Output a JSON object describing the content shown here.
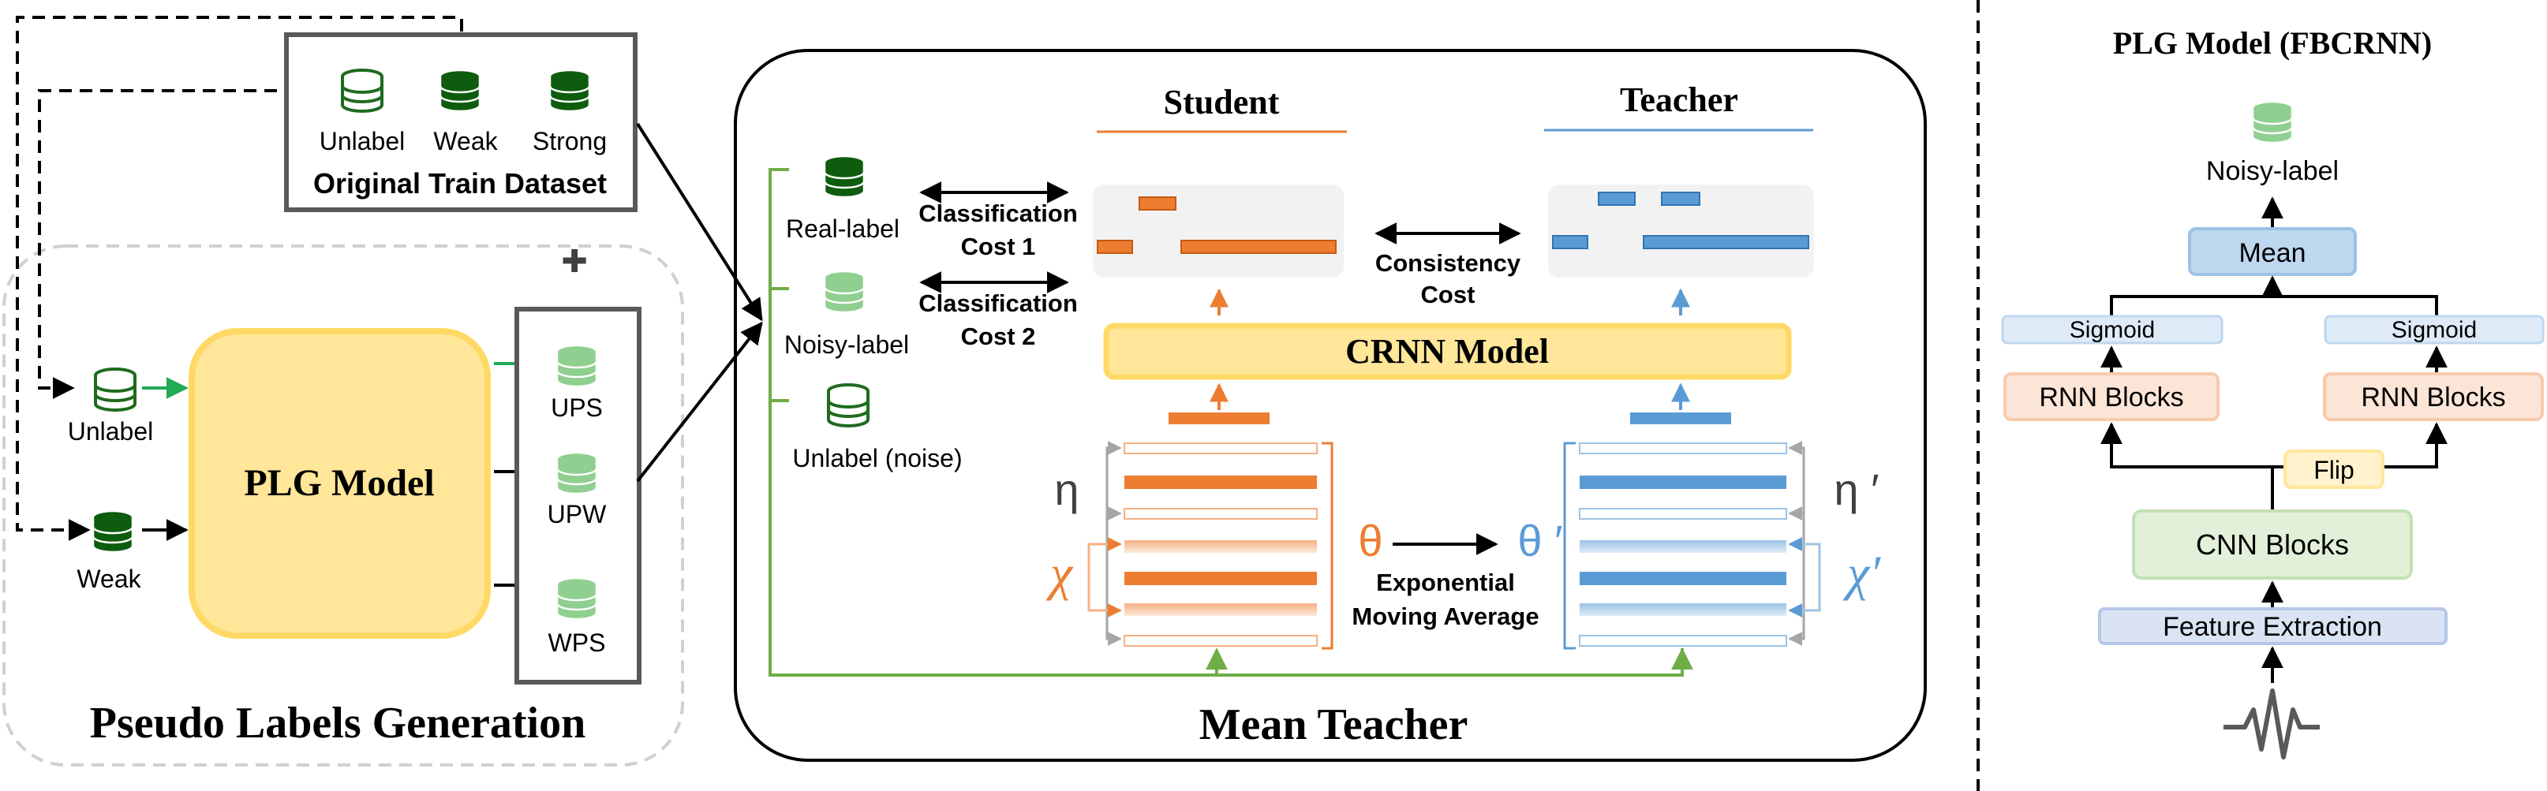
{
  "dataset": {
    "unlabel": "Unlabel",
    "weak": "Weak",
    "strong": "Strong",
    "title": "Original Train Dataset"
  },
  "plg_gen": {
    "unlabel": "Unlabel",
    "weak": "Weak",
    "model": "PLG Model",
    "ups": "UPS",
    "upw": "UPW",
    "wps": "WPS",
    "plus": "✚",
    "title": "Pseudo Labels Generation"
  },
  "mean_teacher": {
    "real_label": "Real-label",
    "noisy_label": "Noisy-label",
    "unlabel_noise": "Unlabel (noise)",
    "class_cost1_a": "Classification",
    "class_cost1_b": "Cost 1",
    "class_cost2_a": "Classification",
    "class_cost2_b": "Cost 2",
    "student": "Student",
    "teacher": "Teacher",
    "consistency_a": "Consistency",
    "consistency_b": "Cost",
    "crnn": "CRNN Model",
    "eta": "η",
    "chi": "χ",
    "theta": "θ",
    "eta_prime": "η ′",
    "chi_prime": "χ′",
    "theta_prime": "θ ′",
    "ema_a": "Exponential",
    "ema_b": "Moving Average",
    "title": "Mean Teacher"
  },
  "plg_model": {
    "title": "PLG Model (FBCRNN)",
    "output": "Noisy-label",
    "mean": "Mean",
    "sigmoid_left": "Sigmoid",
    "sigmoid_right": "Sigmoid",
    "rnn_left": "RNN Blocks",
    "rnn_right": "RNN Blocks",
    "flip": "Flip",
    "cnn": "CNN Blocks",
    "feature": "Feature Extraction"
  },
  "colors": {
    "dark_green": "#1f6b1f",
    "light_green": "#8fcf8f",
    "orange": "#ed7d31",
    "blue": "#5b9bd5",
    "yellow_fill": "#ffe699",
    "yellow_stroke": "#ffd966",
    "gray": "#a6a6a6",
    "connector_green": "#70ad47"
  }
}
